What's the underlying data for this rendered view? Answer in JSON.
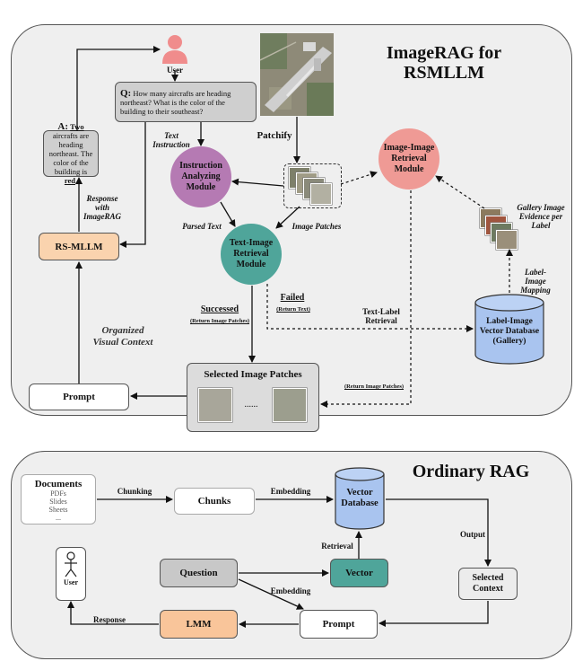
{
  "top": {
    "title_line1": "ImageRAG for",
    "title_line2": "RSMLLM",
    "user_label": "User",
    "question_prefix": "Q:",
    "question_text": "How many aircrafts are heading northeast? What is the color of the building to their southeast?",
    "answer_prefix": "A:",
    "answer_part1": "Two",
    "answer_part2": " aircrafts are heading northeast. The color of the building is ",
    "answer_part3": "red",
    "answer_part4": ".",
    "text_instruction": "Text\nInstruction",
    "response_label": "Response\nwith\nImageRAG",
    "patchify": "Patchify",
    "instruction_module": "Instruction\nAnalyzing\nModule",
    "image_image_module": "Image-Image\nRetrieval\nModule",
    "text_image_module": "Text-Image\nRetrieval\nModule",
    "parsed_text": "Parsed Text",
    "image_patches": "Image Patches",
    "rs_mllm": "RS-MLLM",
    "gallery_evidence": "Gallery Image\nEvidence per\nLabel",
    "label_image_mapping": "Label-\nImage\nMapping",
    "vector_db": "Label-Image\nVector Database\n(Gallery)",
    "text_label_retrieval": "Text-Label\nRetrieval",
    "successed": "Successed",
    "return_image_patches": "(Return Image Patches)",
    "failed": "Failed",
    "return_text": "(Return Text)",
    "organized_context": "Organized\nVisual Context",
    "selected_patches": "Selected Image Patches",
    "ellipsis": "......",
    "prompt": "Prompt",
    "return_image_patches_2": "(Return Image Patches)"
  },
  "bottom": {
    "title": "Ordinary RAG",
    "documents": "Documents",
    "doc_items": [
      "PDFs",
      "Slides",
      "Sheets",
      "..."
    ],
    "chunking": "Chunking",
    "chunks": "Chunks",
    "embedding_top": "Embedding",
    "vector_database": "Vector\nDatabase",
    "output": "Output",
    "retrieval": "Retrieval",
    "vector": "Vector",
    "question": "Question",
    "selected_context": "Selected\nContext",
    "user_label": "User",
    "embedding_bottom": "Embedding",
    "response": "Response",
    "lmm": "LMM",
    "prompt": "Prompt"
  },
  "colors": {
    "panel_bg": "#efefef",
    "user_icon": "#f08c8c",
    "instruction_module": "#b57ab3",
    "image_image_module": "#ef9a95",
    "text_image_module": "#4fa59a",
    "rs_mllm": "#fad3ae",
    "vector_db_blue": "#a9c4ef",
    "vector_teal": "#4fa59a",
    "lmm": "#f9c59a",
    "question_gray": "#c8c8c8"
  }
}
